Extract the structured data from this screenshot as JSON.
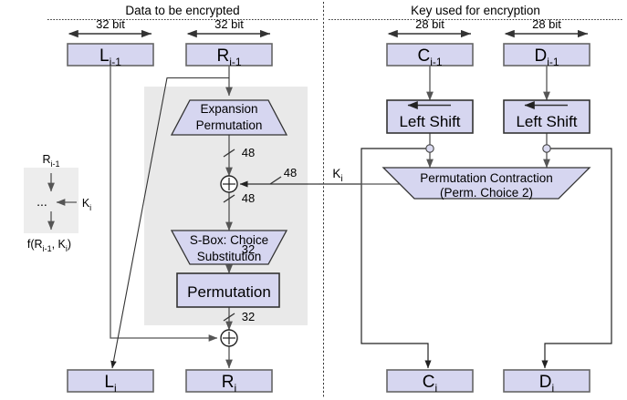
{
  "diagram": {
    "title_left": "Data to be encrypted",
    "title_right": "Key used for encryption",
    "colors": {
      "box_fill": "#d6d6f0",
      "box_stroke": "#666666",
      "shape_fill": "#d6d6f0",
      "panel_gray": "#e9e9e9",
      "line": "#555555",
      "line_dark": "#222222",
      "text": "#000000"
    },
    "data_side": {
      "width_left": "32 bit",
      "width_right": "32 bit",
      "input_left": "L",
      "input_left_sub": "i-1",
      "input_right": "R",
      "input_right_sub": "i-1",
      "expansion": {
        "line1": "Expansion",
        "line2": "Permutation"
      },
      "sbox": {
        "line1": "S-Box: Choice",
        "line2": "Substitution"
      },
      "permutation": "Permutation",
      "bits_after_expansion": "48",
      "bits_key_in": "48",
      "bits_after_xor": "48",
      "bits_after_sbox": "32",
      "bits_after_permutation": "32",
      "output_left": "L",
      "output_left_sub": "i",
      "output_right": "R",
      "output_right_sub": "i"
    },
    "key_side": {
      "width_left": "28 bit",
      "width_right": "28 bit",
      "input_left": "C",
      "input_left_sub": "i-1",
      "input_right": "D",
      "input_right_sub": "i-1",
      "left_shift_left": "Left Shift",
      "left_shift_right": "Left Shift",
      "contraction": {
        "line1": "Permutation Contraction",
        "line2": "(Perm. Choice 2)"
      },
      "subkey_label": "K",
      "subkey_label_sub": "i",
      "output_left": "C",
      "output_left_sub": "i",
      "output_right": "D",
      "output_right_sub": "i"
    },
    "legend": {
      "top": "R",
      "top_sub": "i-1",
      "dots": "...",
      "key": "K",
      "key_sub": "i",
      "bottom_prefix": "f(R",
      "bottom_sub1": "i-1",
      "bottom_mid": ", K",
      "bottom_sub2": "i",
      "bottom_suffix": ")"
    },
    "icons": {
      "xor": "xor-circle",
      "junction": "junction-dot",
      "slash": "bit-slash",
      "arrow": "arrowhead"
    }
  }
}
